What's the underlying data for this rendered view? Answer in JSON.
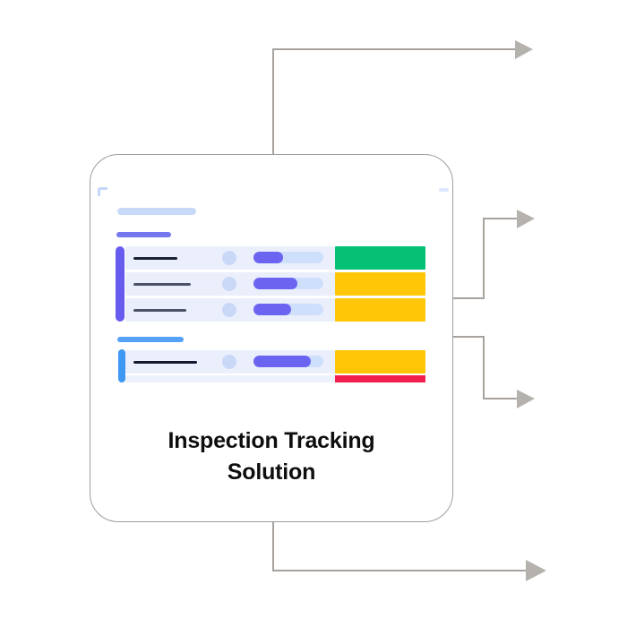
{
  "card": {
    "title_lines": [
      "Inspection Tracking",
      "Solution"
    ]
  },
  "colors": {
    "page_bg": "#ffffff",
    "card_bg": "#ffffff",
    "card_border": "#9e9e9e",
    "connector_line": "#a7a29d",
    "connector_arrow": "#b5b2ae",
    "title_text": "#0e0e0e",
    "board_title": "#c9daf9",
    "row_bg": "#eaeffb",
    "thin_row_bg": "#edf1fc",
    "avatar": "#c9d8f7",
    "pill_light": "#cedffb",
    "pill_purple": "#6b64f0",
    "corner_mark": "#c3d7f9",
    "edge_mark": "#dbe7fc"
  },
  "connectors": {
    "arrows": [
      "top-right",
      "branch-upper-right",
      "branch-lower-right",
      "bottom-right"
    ]
  },
  "mockup": {
    "status_colors": {
      "green": "#04c175",
      "yellow": "#ffc607",
      "red": "#f2204f"
    },
    "groups": [
      {
        "name": "group-1",
        "title_color": "#7478ee",
        "accent_color": "#675ced",
        "rows": [
          {
            "label_width": 49,
            "label_color": "#1b2036",
            "progress_width": 33,
            "status": "green"
          },
          {
            "label_width": 64,
            "label_color": "#4d5266",
            "progress_width": 49,
            "status": "yellow"
          },
          {
            "label_width": 59,
            "label_color": "#4d5266",
            "progress_width": 42,
            "status": "yellow"
          }
        ]
      },
      {
        "name": "group-2",
        "title_color": "#53a2f6",
        "accent_color": "#3e98f4",
        "rows": [
          {
            "label_width": 71,
            "label_color": "#141830",
            "progress_width": 64,
            "status": "yellow"
          },
          {
            "thin": true,
            "status": "red"
          }
        ]
      }
    ]
  }
}
